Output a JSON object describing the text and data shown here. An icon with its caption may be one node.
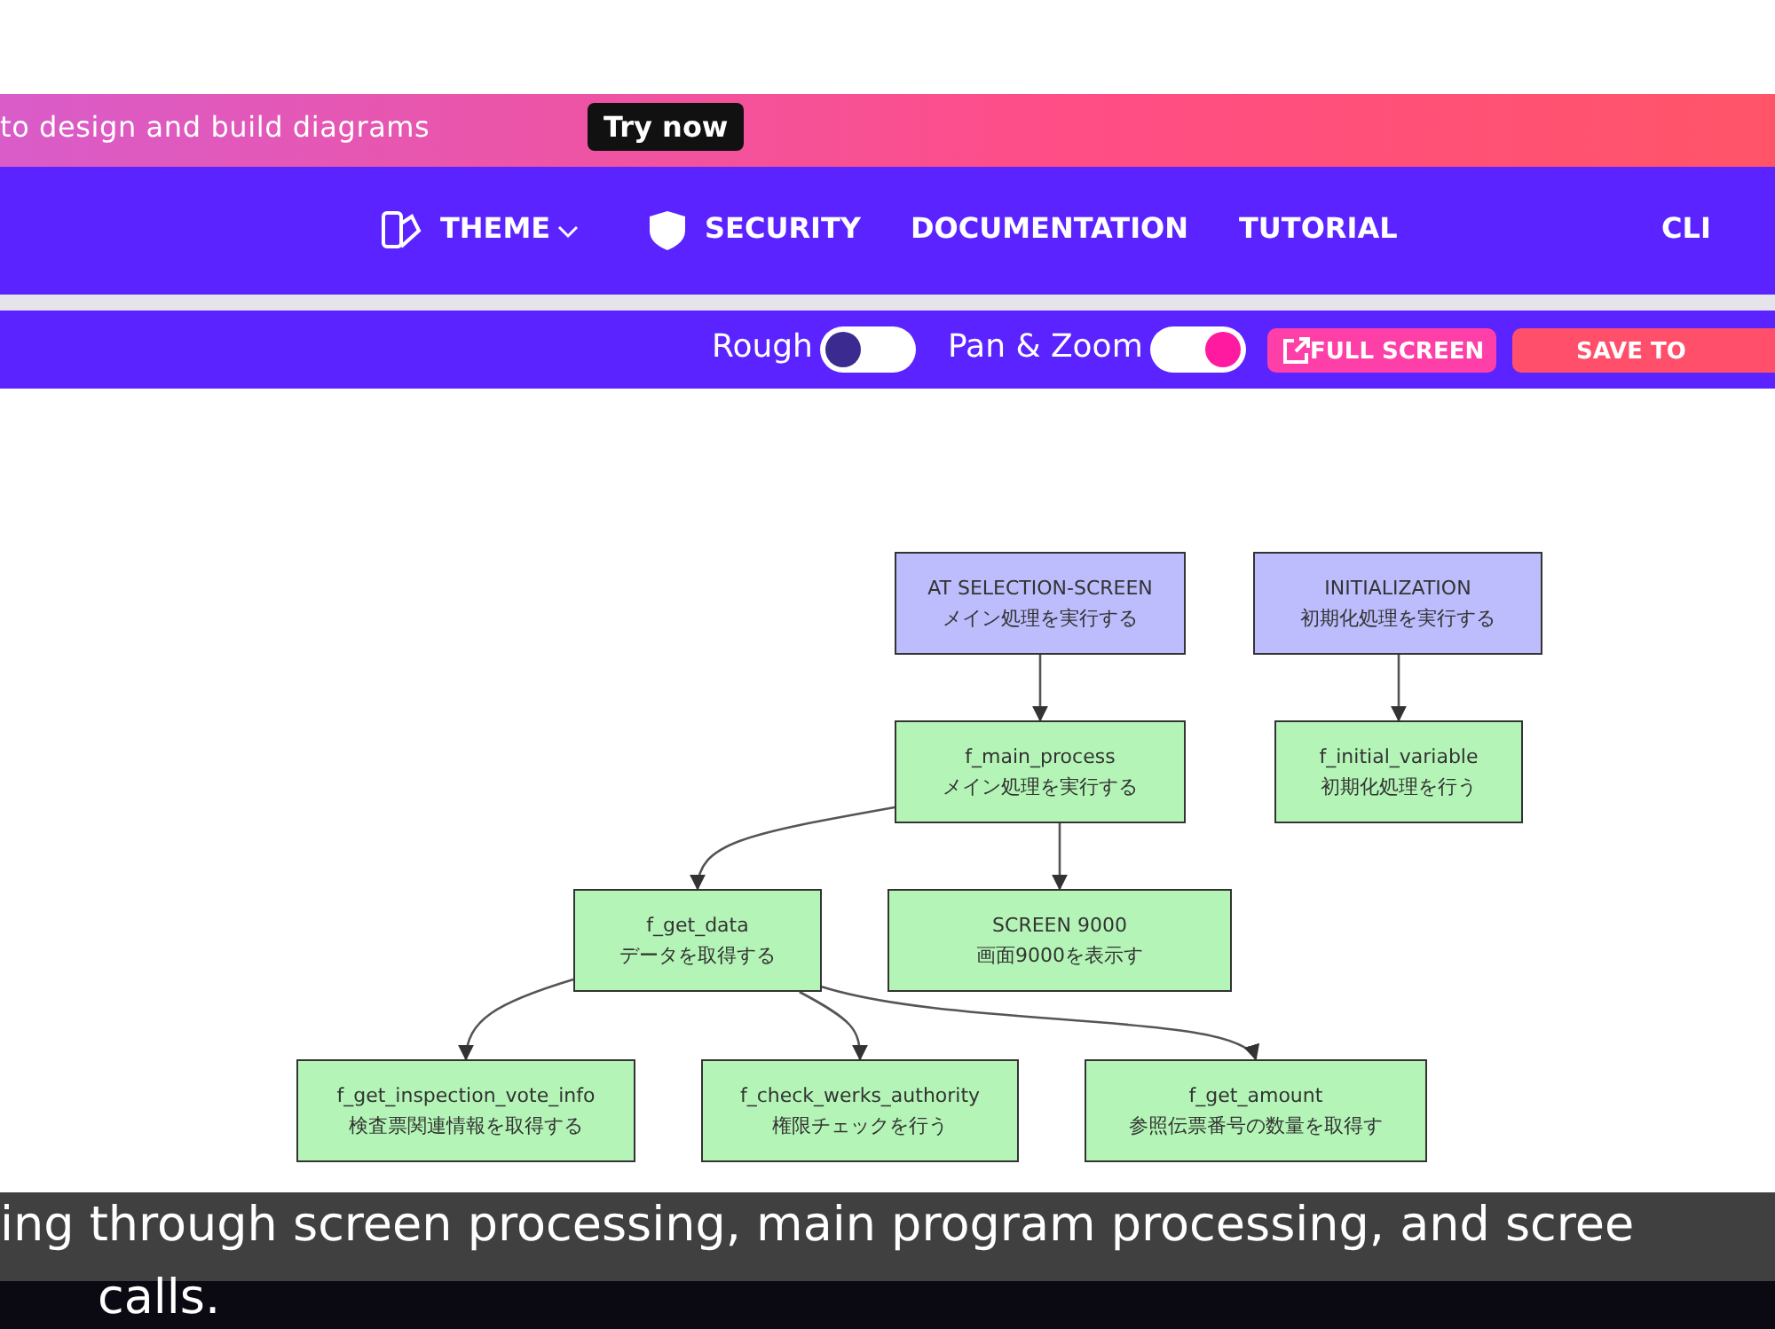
{
  "diagram": {
    "nodes": [
      {
        "text": [
          "AT SELECTION-SCREEN",
          "メイン処理を実行する"
        ]
      },
      {
        "text": [
          "INITIALIZATION",
          "初期化処理を実行する"
        ]
      },
      {
        "text": [
          "f_main_process",
          "メイン処理を実行する"
        ]
      },
      {
        "text": [
          "f_initial_variable",
          "初期化処理を行う"
        ]
      },
      {
        "text": [
          "f_get_data",
          "データを取得する"
        ]
      },
      {
        "text": [
          "SCREEN 9000",
          "画面9000を表示す"
        ]
      },
      {
        "text": [
          "f_get_inspection_vote_info",
          "検査票関連情報を取得する"
        ]
      },
      {
        "text": [
          "f_check_werks_authority",
          "権限チェックを行う"
        ]
      },
      {
        "text": [
          "f_get_amount",
          "参照伝票番号の数量を取得す"
        ]
      }
    ],
    "edges": [
      {
        "from": 0,
        "to": 2,
        "arrow": "to"
      },
      {
        "from": 1,
        "to": 3,
        "arrow": "to"
      },
      {
        "from": 2,
        "to": 4,
        "arrow": "to"
      },
      {
        "from": 2,
        "to": 5,
        "arrow": "to"
      },
      {
        "from": 4,
        "to": 6,
        "arrow": "to"
      },
      {
        "from": 4,
        "to": 7,
        "arrow": "to"
      },
      {
        "from": 4,
        "to": 8,
        "arrow": "to"
      }
    ],
    "labels": [
      "to design and build diagrams",
      "Try now",
      "THEME",
      "SECURITY",
      "DOCUMENTATION",
      "TUTORIAL",
      "CLI",
      "Rough",
      "Pan & Zoom",
      "FULL SCREEN",
      "SAVE TO",
      "ing through screen processing, main program processing, and scree",
      "calls."
    ]
  }
}
